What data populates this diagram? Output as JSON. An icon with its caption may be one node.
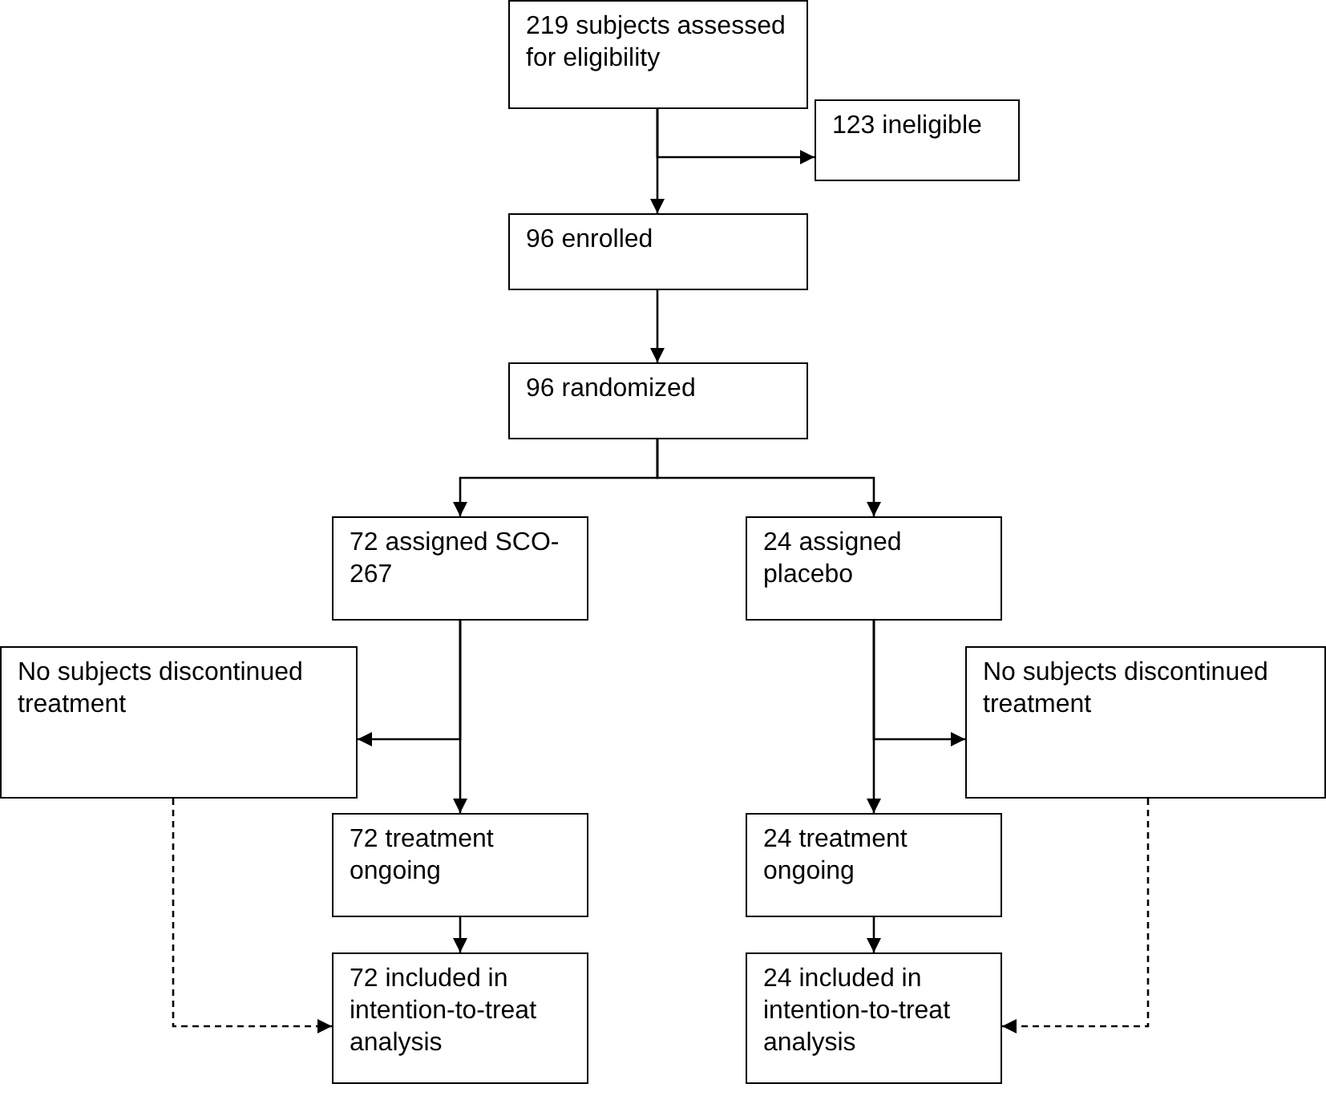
{
  "diagram": {
    "nodes": [
      {
        "text": [
          "219 subjects assessed for eligibility"
        ]
      },
      {
        "text": [
          "123 ineligible"
        ]
      },
      {
        "text": [
          "96 enrolled"
        ]
      },
      {
        "text": [
          "96 randomized"
        ]
      },
      {
        "text": [
          "72 assigned SCO-267"
        ]
      },
      {
        "text": [
          "24 assigned placebo"
        ]
      },
      {
        "text": [
          "No subjects discontinued treatment"
        ]
      },
      {
        "text": [
          "No subjects discontinued treatment"
        ]
      },
      {
        "text": [
          "72 treatment ongoing"
        ]
      },
      {
        "text": [
          "24 treatment ongoing"
        ]
      },
      {
        "text": [
          "72 included in intention-to-treat analysis"
        ]
      },
      {
        "text": [
          "24 included in intention-to-treat analysis"
        ]
      }
    ],
    "edges": [
      {
        "from": 0,
        "to": 2,
        "arrow": "to"
      },
      {
        "from": 0,
        "to": 1,
        "arrow": "to"
      },
      {
        "from": 2,
        "to": 3,
        "arrow": "to"
      },
      {
        "from": 3,
        "to": 4,
        "arrow": "to"
      },
      {
        "from": 3,
        "to": 5,
        "arrow": "to"
      },
      {
        "from": 4,
        "to": 8,
        "arrow": "to"
      },
      {
        "from": 4,
        "to": 6,
        "arrow": "to"
      },
      {
        "from": 5,
        "to": 9,
        "arrow": "to"
      },
      {
        "from": 5,
        "to": 7,
        "arrow": "to"
      },
      {
        "from": 8,
        "to": 10,
        "arrow": "to"
      },
      {
        "from": 9,
        "to": 11,
        "arrow": "to"
      },
      {
        "from": 6,
        "to": 10,
        "arrow": "to",
        "style": "dashed"
      },
      {
        "from": 7,
        "to": 11,
        "arrow": "to",
        "style": "dashed"
      }
    ]
  }
}
